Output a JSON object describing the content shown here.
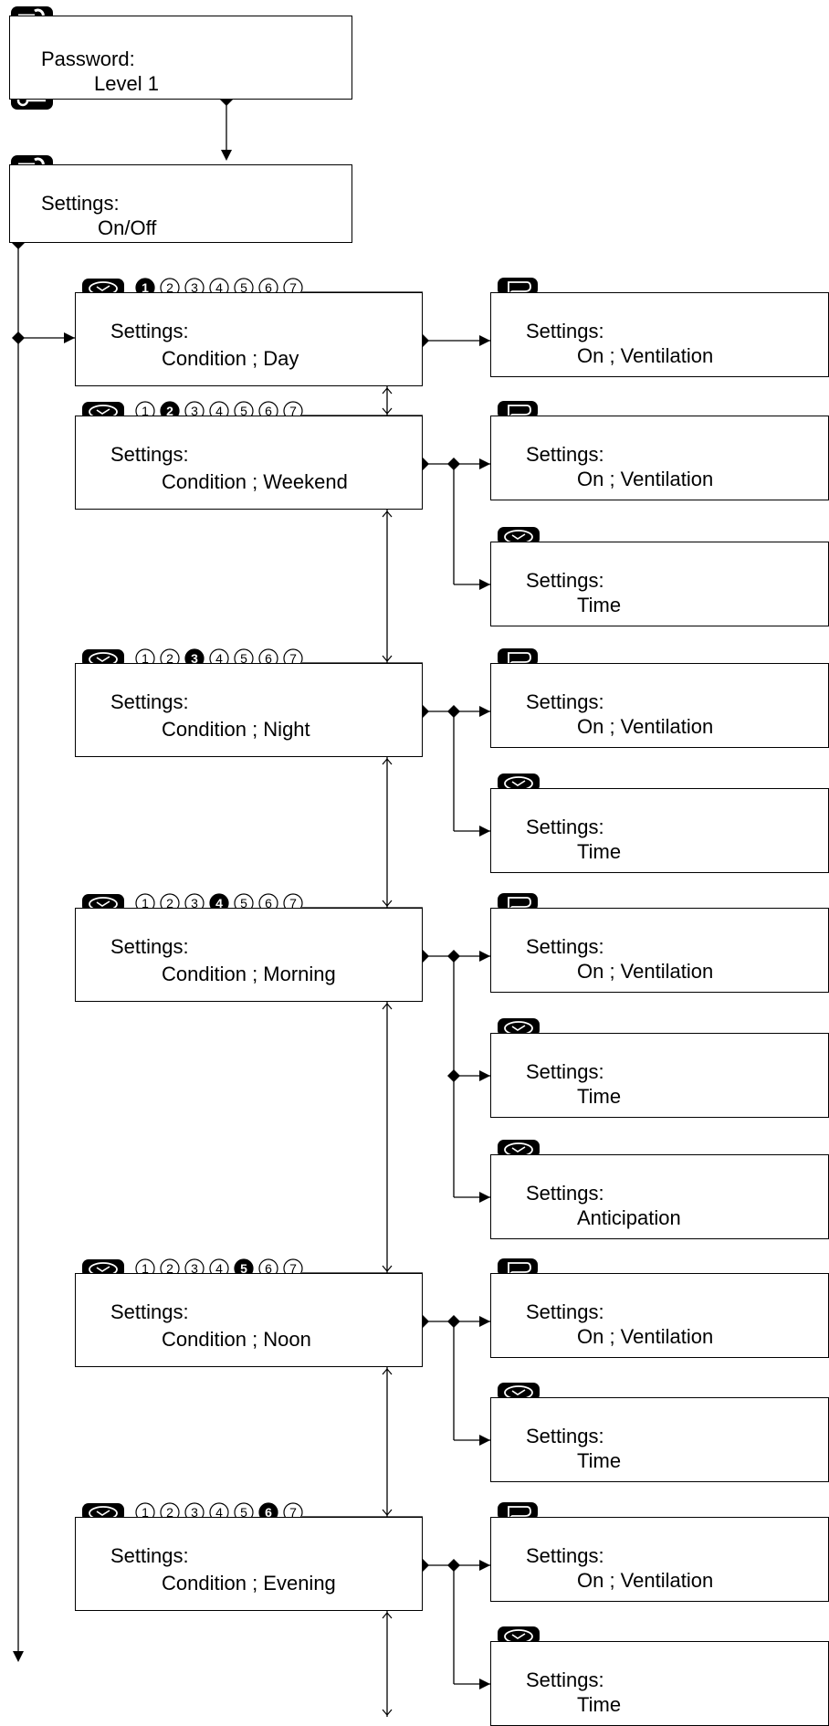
{
  "top": [
    {
      "icon": "wrench-icon",
      "line1": "Password:",
      "line2": "Level 1",
      "bottom_icon": "key-icon"
    },
    {
      "icon": "wrench-icon",
      "line1": "Settings:",
      "line2": "On/Off"
    }
  ],
  "conditions": [
    {
      "label": "Settings:",
      "value": "Condition ; Day",
      "selected_day": 1,
      "children": [
        {
          "icon": "fan-icon",
          "label": "Settings:",
          "value": "On ; Ventilation"
        }
      ]
    },
    {
      "label": "Settings:",
      "value": "Condition ; Weekend",
      "selected_day": 2,
      "children": [
        {
          "icon": "fan-icon",
          "label": "Settings:",
          "value": "On ; Ventilation"
        },
        {
          "icon": "clock-icon",
          "label": "Settings:",
          "value": "Time"
        }
      ]
    },
    {
      "label": "Settings:",
      "value": "Condition ; Night",
      "selected_day": 3,
      "children": [
        {
          "icon": "fan-icon",
          "label": "Settings:",
          "value": "On ; Ventilation"
        },
        {
          "icon": "clock-icon",
          "label": "Settings:",
          "value": "Time"
        }
      ]
    },
    {
      "label": "Settings:",
      "value": "Condition ; Morning",
      "selected_day": 4,
      "children": [
        {
          "icon": "fan-icon",
          "label": "Settings:",
          "value": "On ; Ventilation"
        },
        {
          "icon": "clock-icon",
          "label": "Settings:",
          "value": "Time"
        },
        {
          "icon": "clock-icon",
          "label": "Settings:",
          "value": "Anticipation"
        }
      ]
    },
    {
      "label": "Settings:",
      "value": "Condition ; Noon",
      "selected_day": 5,
      "children": [
        {
          "icon": "fan-icon",
          "label": "Settings:",
          "value": "On ; Ventilation"
        },
        {
          "icon": "clock-icon",
          "label": "Settings:",
          "value": "Time"
        }
      ]
    },
    {
      "label": "Settings:",
      "value": "Condition ; Evening",
      "selected_day": 6,
      "children": [
        {
          "icon": "fan-icon",
          "label": "Settings:",
          "value": "On ; Ventilation"
        },
        {
          "icon": "clock-icon",
          "label": "Settings:",
          "value": "Time"
        }
      ]
    }
  ],
  "day_numbers": [
    "1",
    "2",
    "3",
    "4",
    "5",
    "6",
    "7"
  ]
}
